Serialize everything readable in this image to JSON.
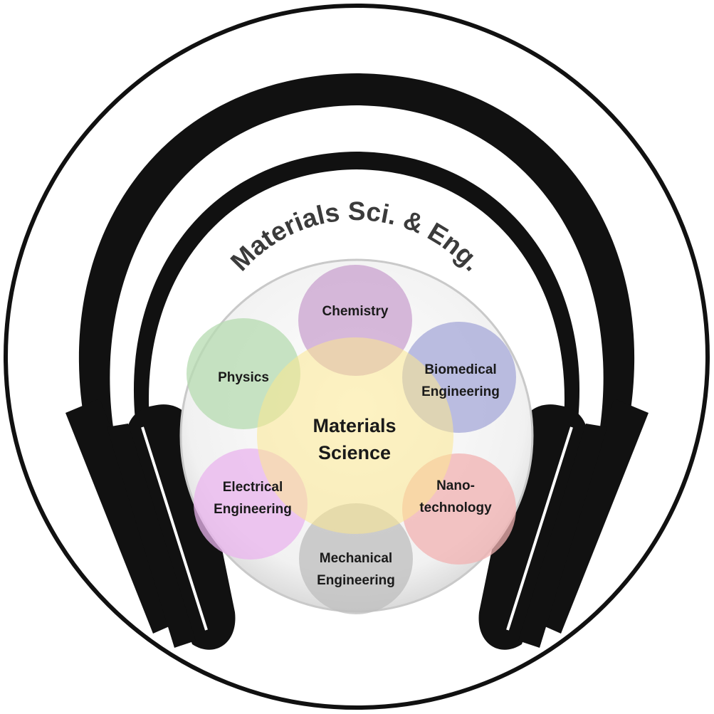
{
  "title": "Materials Sci. & Eng.",
  "center": {
    "line1": "Materials",
    "line2": "Science"
  },
  "petals": [
    {
      "key": "chemistry",
      "lines": [
        "Chemistry"
      ],
      "color": "#c9a2cf"
    },
    {
      "key": "biomedical",
      "lines": [
        "Biomedical",
        "Engineering"
      ],
      "color": "#a6a8d8"
    },
    {
      "key": "nano",
      "lines": [
        "Nano-",
        "technology"
      ],
      "color": "#f2b2b2"
    },
    {
      "key": "mechanical",
      "lines": [
        "Mechanical",
        "Engineering"
      ],
      "color": "#bdbdbd"
    },
    {
      "key": "electrical",
      "lines": [
        "Electrical",
        "Engineering"
      ],
      "color": "#e9b4ee"
    },
    {
      "key": "physics",
      "lines": [
        "Physics"
      ],
      "color": "#b5dbb0"
    }
  ],
  "colors": {
    "center": "#fbe790",
    "ink": "#111111",
    "disc": "#eeeeee"
  },
  "icons": [
    "headphones-icon"
  ]
}
